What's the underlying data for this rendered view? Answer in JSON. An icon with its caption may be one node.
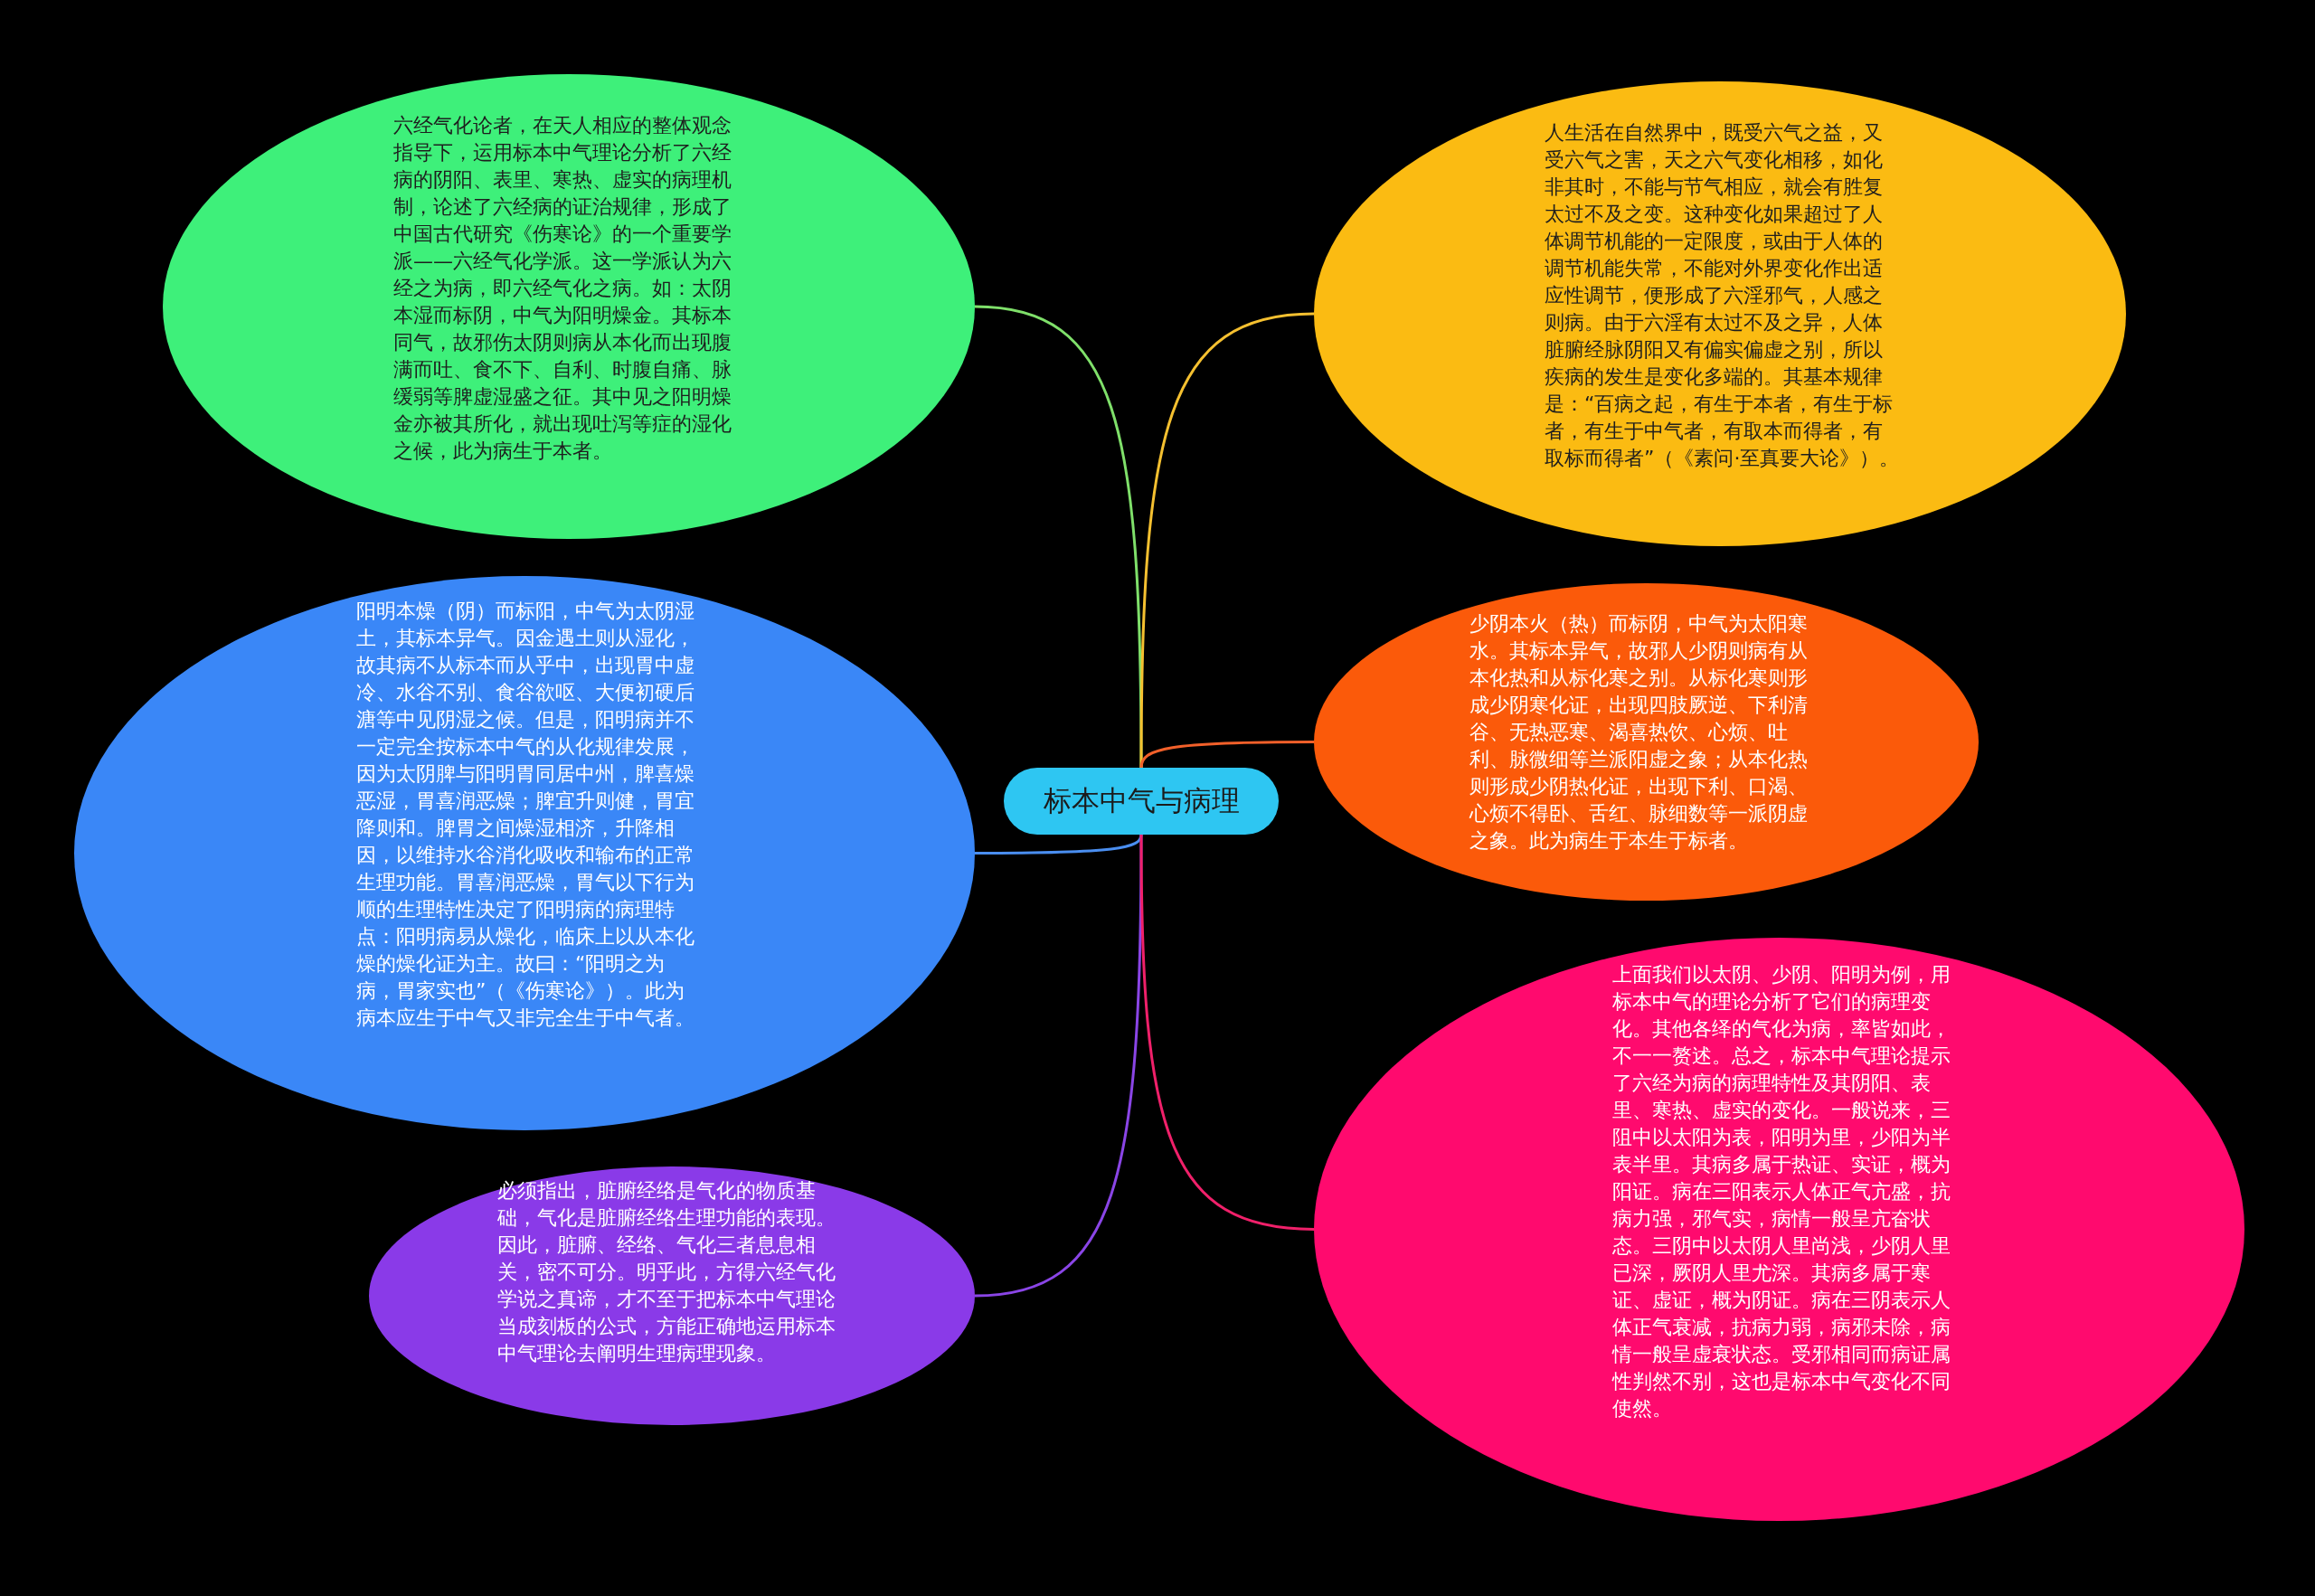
{
  "diagram": {
    "nodes": [
      {
        "text": [
          "标本中气与病理"
        ]
      },
      {
        "text": [
          "六经气化论者，在天人相应的整体观念指导下，运用标本中气理论分析了六经病的阴阳、表里、寒热、虚实的病理机制，论述了六经病的证治规律，形成了中国古代研究《伤寒论》的一个重要学派——六经气化学派。这一学派认为六经之为病，即六经气化之病。如：太阴本湿而标阴，中气为阳明燥金。其标本同气，故邪伤太阴则病从本化而出现腹满而吐、食不下、自利、时腹自痛、脉缓弱等脾虚湿盛之征。其中见之阳明燥金亦被其所化，就出现吐泻等症的湿化之候，此为病生于本者。"
        ]
      },
      {
        "text": [
          "阳明本燥（阴）而标阳，中气为太阴湿土，其标本异气。因金遇土则从湿化，故其病不从标本而从乎中，出现胃中虚冷、水谷不别、食谷欲呕、大便初硬后溏等中见阴湿之候。但是，阳明病并不一定完全按标本中气的从化规律发展，因为太阴脾与阳明胃同居中州，脾喜燥恶湿，胃喜润恶燥；脾宜升则健，胃宜降则和。脾胃之间燥湿相济，升降相因，以维持水谷消化吸收和输布的正常生理功能。胃喜润恶燥，胃气以下行为顺的生理特性决定了阳明病的病理特点：阳明病易从燥化，临床上以从本化燥的燥化证为主。故曰：“阳明之为病，胃家实也”（《伤寒论》）。此为病本应生于中气又非完全生于中气者。"
        ]
      },
      {
        "text": [
          "必须指出，脏腑经络是气化的物质基础，气化是脏腑经络生理功能的表现。因此，脏腑、经络、气化三者息息相关，密不可分。明乎此，方得六经气化学说之真谛，才不至于把标本中气理论当成刻板的公式，方能正确地运用标本中气理论去阐明生理病理现象。"
        ]
      },
      {
        "text": [
          "人生活在自然界中，既受六气之益，又受六气之害，天之六气变化相移，如化非其时，不能与节气相应，就会有胜复太过不及之变。这种变化如果超过了人体调节机能的一定限度，或由于人体的调节机能失常，不能对外界变化作出适应性调节，便形成了六淫邪气，人感之则病。由于六淫有太过不及之异，人体脏腑经脉阴阳又有偏实偏虚之别，所以疾病的发生是变化多端的。其基本规律是：“百病之起，有生于本者，有生于标者，有生于中气者，有取本而得者，有取标而得者”（《素问·至真要大论》）。"
        ]
      },
      {
        "text": [
          "少阴本火（热）而标阴，中气为太阳寒水。其标本异气，故邪人少阴则病有从本化热和从标化寒之别。从标化寒则形成少阴寒化证，出现四肢厥逆、下利清谷、无热恶寒、渴喜热饮、心烦、吐利、脉微细等兰派阳虚之象；从本化热则形成少阴热化证，出现下利、口渴、心烦不得卧、舌红、脉细数等一派阴虚之象。此为病生于本生于标者。"
        ]
      },
      {
        "text": [
          "上面我们以太阴、少阴、阳明为例，用标本中气的理论分析了它们的病理变化。其他各绎的气化为病，率皆如此，不一一赘述。总之，标本中气理论提示了六经为病的病理特性及其阴阳、表里、寒热、虚实的变化。一般说来，三阻中以太阳为表，阳明为里，少阳为半表半里。其病多属于热证、实证，概为阳证。病在三阳表示人体正气亢盛，抗病力强，邪气实，病情一般呈亢奋状态。三阴中以太阴人里尚浅，少阴人里已深，厥阴人里尤深。其病多属于寒证、虚证，概为阴证。病在三阴表示人体正气衰减，抗病力弱，病邪未除，病情一般呈虚衰状态。受邪相同而病证属性判然不别，这也是标本中气变化不同使然。"
        ]
      }
    ],
    "edges": [
      {
        "from": 0,
        "to": 1,
        "arrow": "none",
        "color": "#7fe06a"
      },
      {
        "from": 0,
        "to": 2,
        "arrow": "none",
        "color": "#4a8ef0"
      },
      {
        "from": 0,
        "to": 3,
        "arrow": "none",
        "color": "#8a45e6"
      },
      {
        "from": 0,
        "to": 4,
        "arrow": "none",
        "color": "#f5c030"
      },
      {
        "from": 0,
        "to": 5,
        "arrow": "none",
        "color": "#f2602a"
      },
      {
        "from": 0,
        "to": 6,
        "arrow": "none",
        "color": "#f0206a"
      }
    ]
  }
}
